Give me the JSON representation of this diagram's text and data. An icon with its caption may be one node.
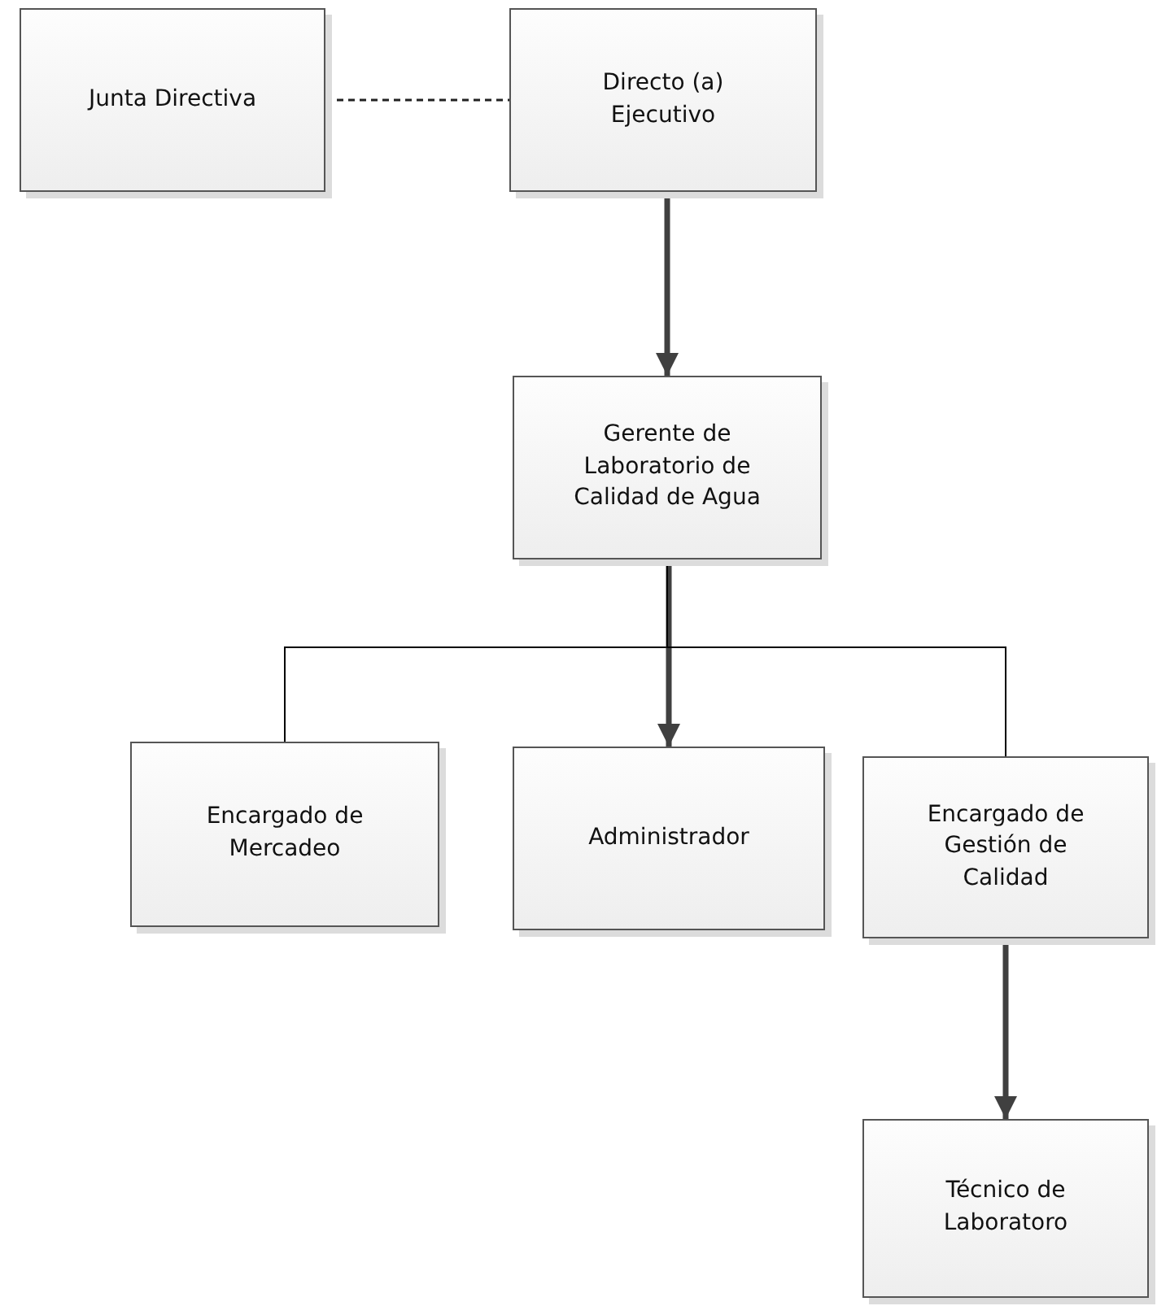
{
  "diagram": {
    "nodes": [
      {
        "text": [
          "Junta Directiva"
        ]
      },
      {
        "text": [
          "Directo (a) Ejecutivo"
        ]
      },
      {
        "text": [
          "Gerente de Laboratorio de Calidad de Agua"
        ]
      },
      {
        "text": [
          "Encargado de Mercadeo"
        ]
      },
      {
        "text": [
          "Administrador"
        ]
      },
      {
        "text": [
          "Encargado de Gestión de Calidad"
        ]
      },
      {
        "text": [
          "Técnico de Laboratoro"
        ]
      }
    ],
    "edges": [
      {
        "from": 0,
        "to": 1,
        "arrow": "none",
        "style": "dashed"
      },
      {
        "from": 1,
        "to": 2,
        "arrow": "to",
        "style": "thick"
      },
      {
        "from": 2,
        "to": 3,
        "arrow": "none"
      },
      {
        "from": 2,
        "to": 4,
        "arrow": "to",
        "style": "thick"
      },
      {
        "from": 2,
        "to": 5,
        "arrow": "none"
      },
      {
        "from": 5,
        "to": 6,
        "arrow": "to",
        "style": "thick"
      }
    ]
  }
}
